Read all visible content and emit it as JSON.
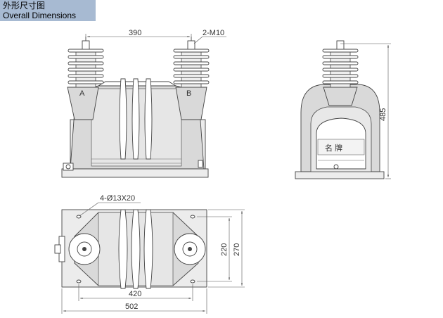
{
  "header": {
    "title_cn": "外形尺寸图",
    "title_en": "Overall Dimensions"
  },
  "front_view": {
    "dim_terminal_spacing": "390",
    "label_bolts": "2-M10",
    "terminal_a": "A",
    "terminal_b": "B"
  },
  "side_view": {
    "dim_height": "485",
    "nameplate": "名 牌"
  },
  "top_view": {
    "label_holes": "4-Ø13X20",
    "dim_inner_width": "420",
    "dim_outer_width": "502",
    "dim_inner_depth": "220",
    "dim_outer_depth": "270"
  },
  "colors": {
    "header_bg": "#a7bad2",
    "body_fill": "#d9d9d9",
    "line": "#444444"
  }
}
